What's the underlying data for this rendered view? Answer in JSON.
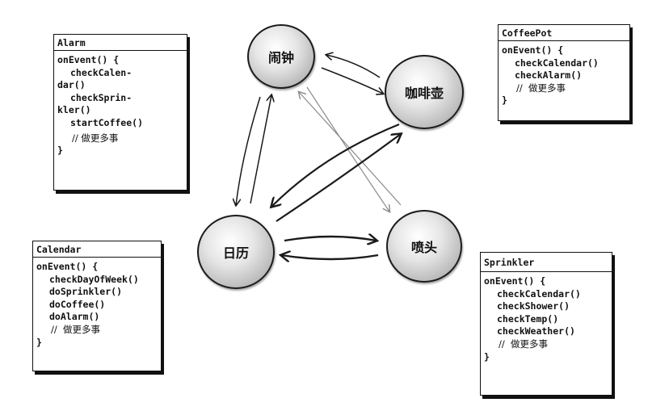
{
  "nodes": {
    "alarm": "闹钟",
    "coffeepot": "咖啡壶",
    "calendar": "日历",
    "sprinkler": "喷头"
  },
  "cards": {
    "alarm": {
      "title": "Alarm",
      "lines": [
        "onEvent() {",
        "checkCalen-",
        "dar()",
        "checkSprin-",
        "kler()",
        "startCoffee()",
        "// 做更多事",
        "}"
      ]
    },
    "coffeepot": {
      "title": "CoffeePot",
      "lines": [
        "onEvent() {",
        "checkCalendar()",
        "checkAlarm()",
        "//  做更多事",
        "}"
      ]
    },
    "calendar": {
      "title": "Calendar",
      "lines": [
        "onEvent() {",
        "checkDayOfWeek()",
        "doSprinkler()",
        "doCoffee()",
        "doAlarm()",
        "//  做更多事",
        "}"
      ]
    },
    "sprinkler": {
      "title": "Sprinkler",
      "lines": [
        "onEvent() {",
        "checkCalendar()",
        "checkShower()",
        "checkTemp()",
        "checkWeather()",
        "//  做更多事",
        "}"
      ]
    }
  },
  "colors": {
    "arrow": "#1a1a1a",
    "arrow_light": "#8a8a8a",
    "border": "#111111"
  }
}
